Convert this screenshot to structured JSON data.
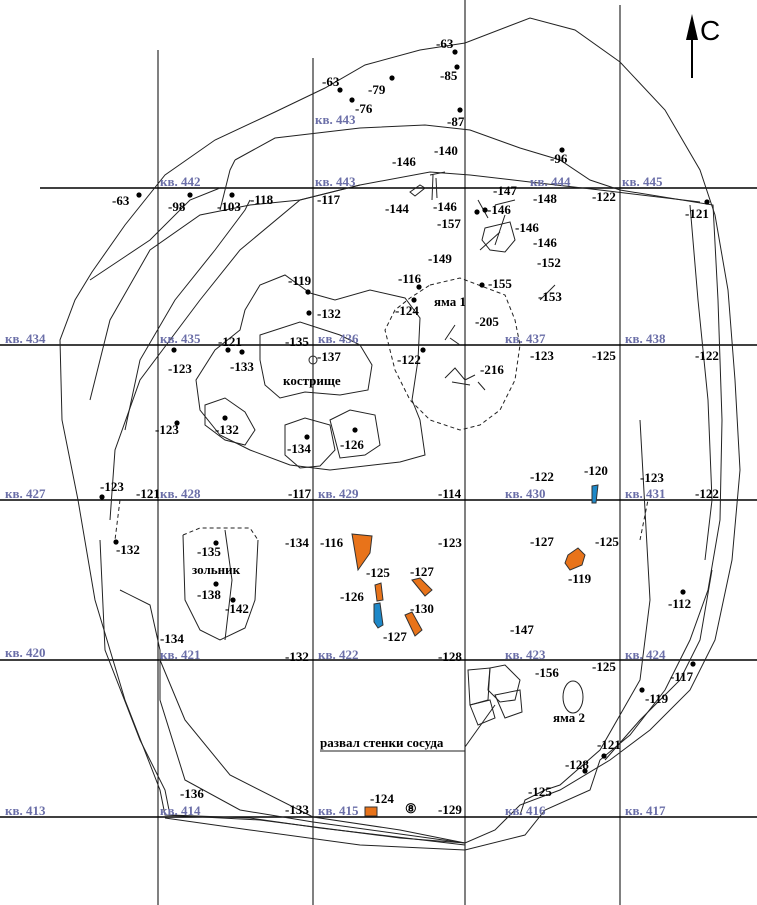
{
  "north_label": "С",
  "colors": {
    "square_label": "#6b6fa8",
    "ceramic": "#e8731a",
    "blue_find": "#1e88c8"
  },
  "squares": [
    "кв. 443",
    "кв. 442",
    "кв. 443",
    "кв. 444",
    "кв. 445",
    "кв. 434",
    "кв. 435",
    "кв. 436",
    "кв. 437",
    "кв. 438",
    "кв. 427",
    "кв. 428",
    "кв. 429",
    "кв. 430",
    "кв. 431",
    "кв. 420",
    "кв. 421",
    "кв. 422",
    "кв. 423",
    "кв. 424",
    "кв. 413",
    "кв. 414",
    "кв. 415",
    "кв. 416",
    "кв. 417"
  ],
  "elevations": [
    "-63",
    "-85",
    "-63",
    "-79",
    "-76",
    "-87",
    "-140",
    "-146",
    "-96",
    "-63",
    "-98",
    "-103",
    "-118",
    "-117",
    "-144",
    "-146",
    "-147",
    "-146",
    "-148",
    "-122",
    "-121",
    "-157",
    "-146",
    "-146",
    "-149",
    "-152",
    "-119",
    "-116",
    "-155",
    "-153",
    "-132",
    "-124",
    "-205",
    "-135",
    "-121",
    "-137",
    "-123",
    "-133",
    "-122",
    "-123",
    "-125",
    "-122",
    "-216",
    "-132",
    "-123",
    "-134",
    "-126",
    "-123",
    "-121",
    "-117",
    "-114",
    "-122",
    "-120",
    "-123",
    "-122",
    "-132",
    "-134",
    "-116",
    "-123",
    "-127",
    "-125",
    "-135",
    "-125",
    "-127",
    "-119",
    "-138",
    "-126",
    "-142",
    "-112",
    "-130",
    "-127",
    "-147",
    "-134",
    "-132",
    "-128",
    "-156",
    "-125",
    "-117",
    "-119",
    "-121",
    "-128",
    "-125",
    "-136",
    "-133",
    "-124",
    "-129"
  ],
  "features": {
    "pit1": "яма 1",
    "pit2": "яма 2",
    "hearth": "кострище",
    "ashpit": "зольник",
    "vessel": "развал стенки сосуда",
    "find_number": "⑧"
  }
}
